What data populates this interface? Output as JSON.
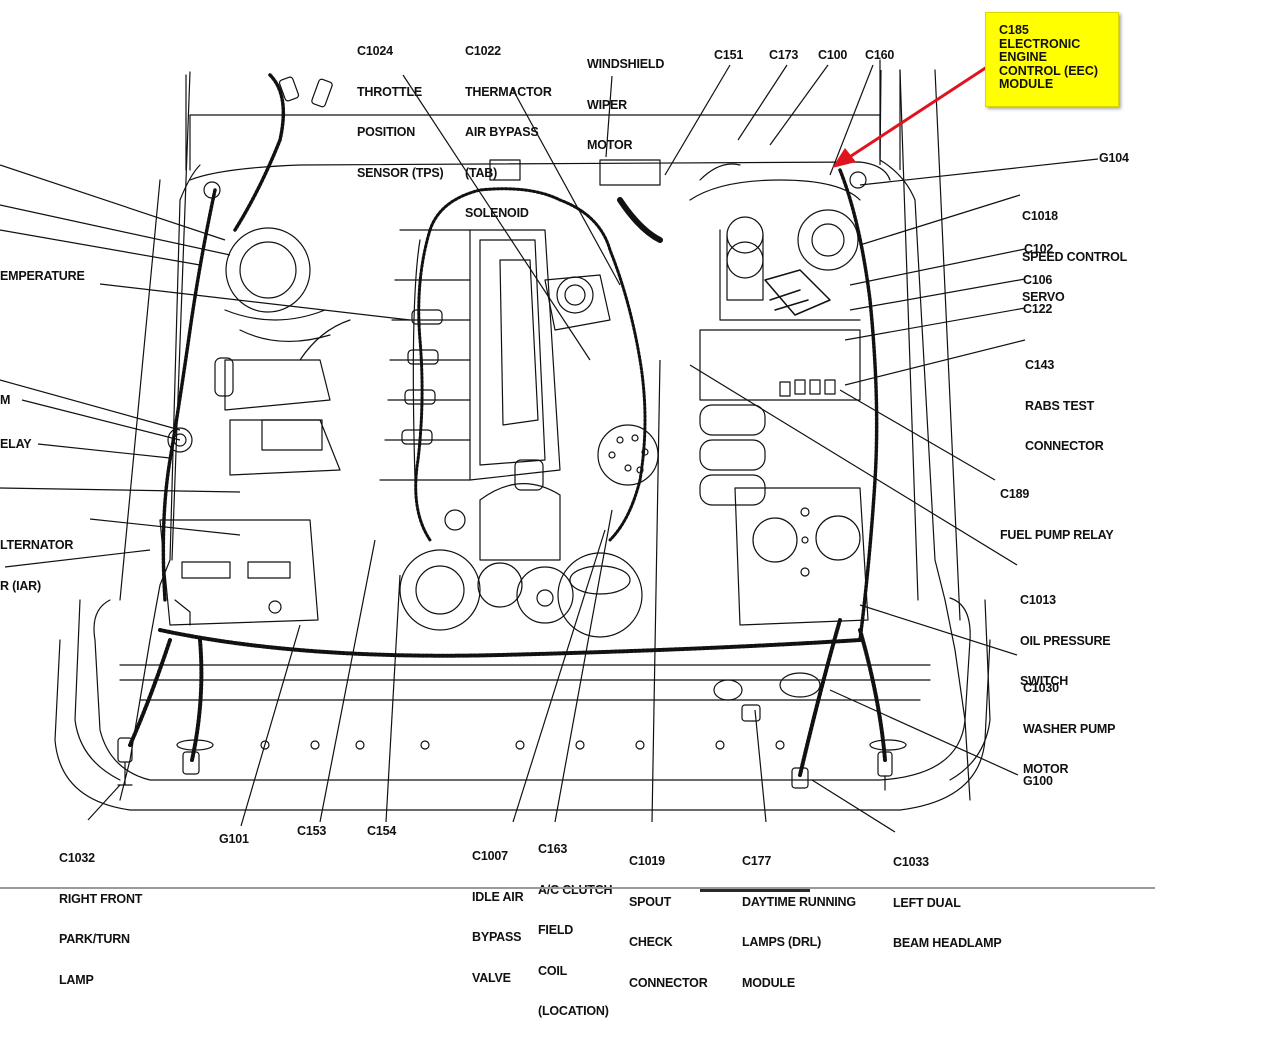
{
  "diagram": {
    "subject": "Engine compartment component and connector locations",
    "highlight": {
      "id": "C185",
      "lines": [
        "C185",
        "ELECTRONIC",
        "ENGINE",
        "CONTROL (EEC)",
        "MODULE"
      ],
      "box_color": "#ffff00",
      "arrow_color": "#e0141e"
    },
    "labels_top": [
      {
        "id": "c1024",
        "lines": [
          "C1024",
          "THROTTLE",
          "POSITION",
          "SENSOR (TPS)"
        ]
      },
      {
        "id": "c1022",
        "lines": [
          "C1022",
          "THERMACTOR",
          "AIR BYPASS",
          "(TAB)",
          "SOLENOID"
        ]
      },
      {
        "id": "windshield-wiper-motor",
        "lines": [
          "WINDSHIELD",
          "WIPER",
          "MOTOR"
        ]
      },
      {
        "id": "c151",
        "lines": [
          "C151"
        ]
      },
      {
        "id": "c173",
        "lines": [
          "C173"
        ]
      },
      {
        "id": "c100",
        "lines": [
          "C100"
        ]
      },
      {
        "id": "c160",
        "lines": [
          "C160"
        ]
      }
    ],
    "labels_right": [
      {
        "id": "g104",
        "lines": [
          "G104"
        ]
      },
      {
        "id": "c1018",
        "lines": [
          "C1018",
          "SPEED CONTROL",
          "SERVO"
        ]
      },
      {
        "id": "c102",
        "lines": [
          "C102"
        ]
      },
      {
        "id": "c106",
        "lines": [
          "C106"
        ]
      },
      {
        "id": "c122",
        "lines": [
          "C122"
        ]
      },
      {
        "id": "c143",
        "lines": [
          "C143",
          "RABS TEST",
          "CONNECTOR"
        ]
      },
      {
        "id": "c189",
        "lines": [
          "C189",
          "FUEL PUMP RELAY"
        ]
      },
      {
        "id": "c1013",
        "lines": [
          "C1013",
          "OIL PRESSURE",
          "SWITCH"
        ]
      },
      {
        "id": "c1030",
        "lines": [
          "C1030",
          "WASHER PUMP",
          "MOTOR"
        ]
      },
      {
        "id": "g100",
        "lines": [
          "G100"
        ]
      }
    ],
    "labels_left": [
      {
        "id": "temperature",
        "lines": [
          "EMPERATURE"
        ]
      },
      {
        "id": "m",
        "lines": [
          "M"
        ]
      },
      {
        "id": "relay",
        "lines": [
          "ELAY"
        ]
      },
      {
        "id": "alternator",
        "lines": [
          "LTERNATOR",
          "R (IAR)"
        ]
      }
    ],
    "labels_bottom": [
      {
        "id": "c1032",
        "lines": [
          "C1032",
          "RIGHT FRONT",
          "PARK/TURN",
          "LAMP"
        ]
      },
      {
        "id": "g101",
        "lines": [
          "G101"
        ]
      },
      {
        "id": "c153",
        "lines": [
          "C153"
        ]
      },
      {
        "id": "c154",
        "lines": [
          "C154"
        ]
      },
      {
        "id": "c1007",
        "lines": [
          "C1007",
          "IDLE AIR",
          "BYPASS",
          "VALVE"
        ]
      },
      {
        "id": "c163",
        "lines": [
          "C163",
          "A/C CLUTCH",
          "FIELD",
          "COIL",
          "(LOCATION)"
        ]
      },
      {
        "id": "c1019",
        "lines": [
          "C1019",
          "SPOUT",
          "CHECK",
          "CONNECTOR"
        ]
      },
      {
        "id": "c177",
        "lines": [
          "C177",
          "DAYTIME RUNNING",
          "LAMPS (DRL)",
          "MODULE"
        ]
      },
      {
        "id": "c1033",
        "lines": [
          "C1033",
          "LEFT DUAL",
          "BEAM HEADLAMP"
        ]
      }
    ]
  }
}
